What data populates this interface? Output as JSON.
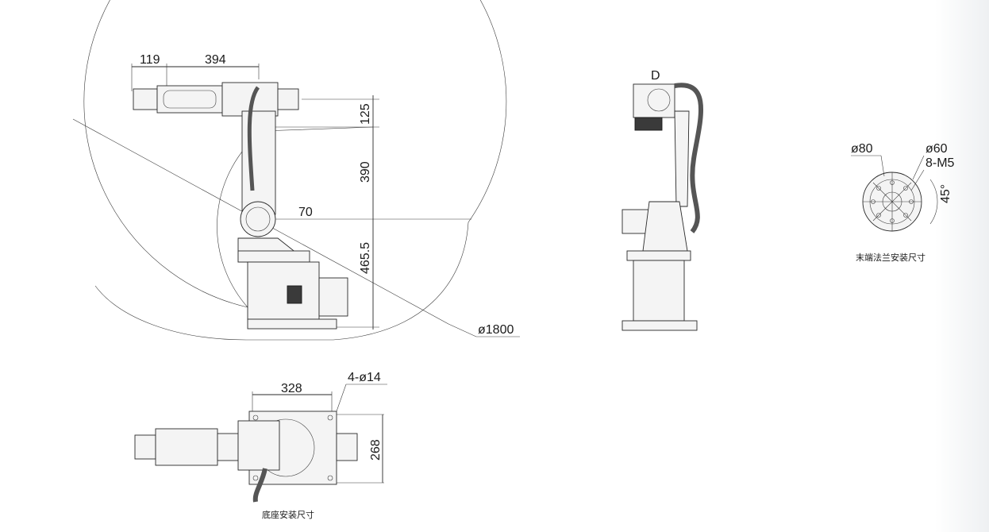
{
  "side_view": {
    "dim_119": "119",
    "dim_394": "394",
    "dim_125": "125",
    "dim_390": "390",
    "dim_70": "70",
    "dim_465_5": "465.5",
    "dim_reach": "ø1800"
  },
  "front_view": {
    "label_d": "D"
  },
  "flange_detail": {
    "dim_80": "ø80",
    "dim_60": "ø60",
    "holes": "8-M5",
    "angle": "45°",
    "caption": "末端法兰安装尺寸"
  },
  "top_view": {
    "dim_328": "328",
    "holes": "4-ø14",
    "dim_268": "268",
    "caption": "底座安装尺寸"
  }
}
